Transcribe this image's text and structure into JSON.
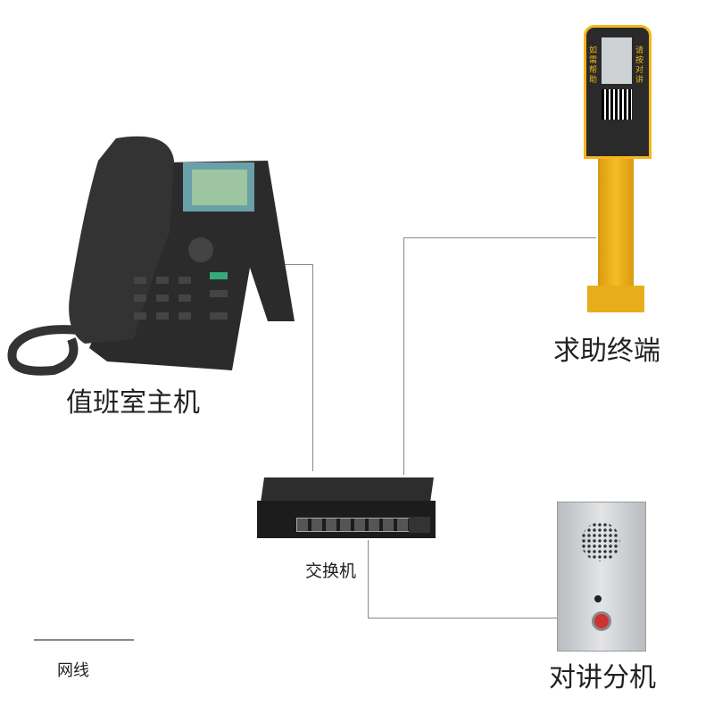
{
  "labels": {
    "host": "值班室主机",
    "help_terminal": "求助终端",
    "switch": "交换机",
    "intercom": "对讲分机",
    "legend_cable": "网线"
  },
  "pillar": {
    "left_text": "如需帮助",
    "right_text": "请按对讲"
  },
  "colors": {
    "pillar": "#f2b51c",
    "device_dark": "#2a2a2a",
    "cable": "#888888",
    "intercom_panel": "#c9ccd0"
  }
}
